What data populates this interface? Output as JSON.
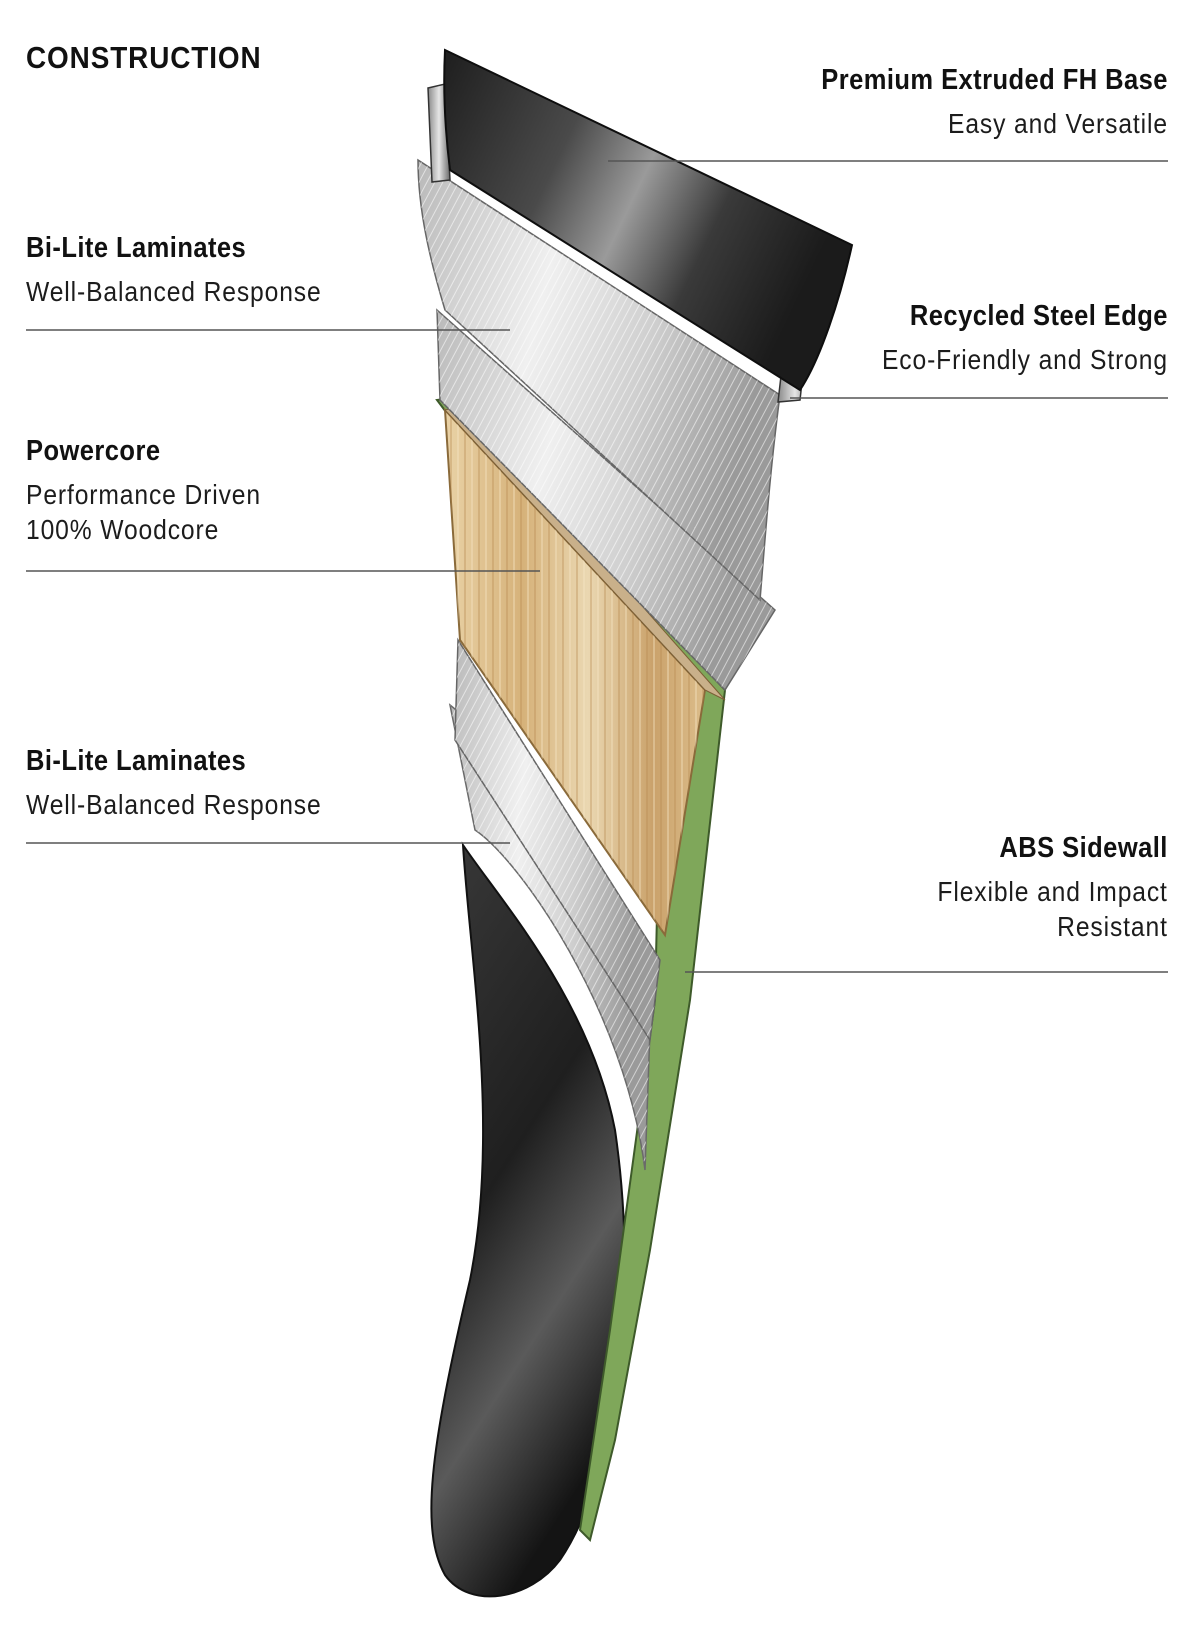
{
  "heading": "CONSTRUCTION",
  "callouts": {
    "base": {
      "title": "Premium Extruded FH Base",
      "subtitle": "Easy and Versatile"
    },
    "laminates_top": {
      "title": "Bi-Lite Laminates",
      "subtitle": "Well-Balanced Response"
    },
    "steel_edge": {
      "title": "Recycled Steel Edge",
      "subtitle": "Eco-Friendly and Strong"
    },
    "powercore": {
      "title": "Powercore",
      "line1": "Performance Driven",
      "line2": "100% Woodcore"
    },
    "laminates_bottom": {
      "title": "Bi-Lite Laminates",
      "subtitle": "Well-Balanced Response"
    },
    "sidewall": {
      "title": "ABS Sidewall",
      "line1": "Flexible and Impact",
      "line2": "Resistant"
    }
  },
  "colors": {
    "base_dark": "#2e2e2e",
    "laminate_silver": "#d4d4d4",
    "wood": "#dcc091",
    "sidewall_green": "#7fa75a",
    "leader_line": "#555555"
  }
}
